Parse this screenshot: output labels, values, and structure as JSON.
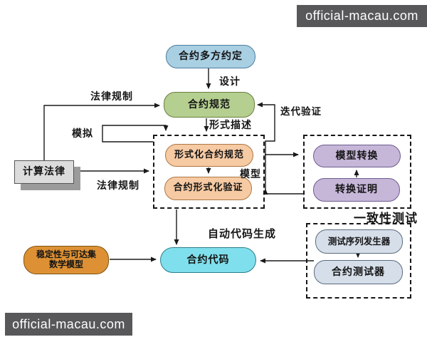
{
  "watermark": {
    "text": "official-macau.com",
    "background": "#58585a",
    "text_color": "#ffffff"
  },
  "nodes": {
    "contract_parties": {
      "label": "合约多方约定",
      "fill": "#a9cfe3",
      "border": "#4c7d9e"
    },
    "contract_spec": {
      "label": "合约规范",
      "fill": "#b4cf8f",
      "border": "#6b7d3f"
    },
    "formal_spec": {
      "label": "形式化合约规范",
      "fill": "#f6caa3",
      "border": "#ad7742"
    },
    "formal_verification": {
      "label": "合约形式化验证",
      "fill": "#f6caa3",
      "border": "#ad7742"
    },
    "model_transform": {
      "label": "模型转换",
      "fill": "#c6b7d9",
      "border": "#6d5b8e"
    },
    "transform_proof": {
      "label": "转换证明",
      "fill": "#c6b7d9",
      "border": "#6d5b8e"
    },
    "contract_code": {
      "label": "合约代码",
      "fill": "#80dfec",
      "border": "#2a7d8c"
    },
    "stability_model": {
      "label_line1": "稳定性与可达集",
      "label_line2": "数学模型",
      "fill": "#dd9134",
      "border": "#7d5213"
    },
    "test_sequence_generator": {
      "label": "测试序列发生器",
      "fill": "#d5dee9",
      "border": "#5b6b7d"
    },
    "contract_tester": {
      "label": "合约测试器",
      "fill": "#d5dee9",
      "border": "#5b6b7d"
    },
    "computational_law": {
      "label": "计算法律",
      "fill": "#dcdcdc",
      "border": "#555555",
      "shadow": "#9b9b9b"
    }
  },
  "edge_labels": {
    "design": "设计",
    "legal_regulation_top": "法律规制",
    "simulation": "模拟",
    "formal_description": "形式描述",
    "iterative_verification": "迭代验证",
    "model": "模型",
    "legal_regulation_bottom": "法律规制",
    "auto_code_generation": "自动代码生成",
    "consistency_testing": "一致性测试"
  },
  "line_color": "#1a1a1a"
}
